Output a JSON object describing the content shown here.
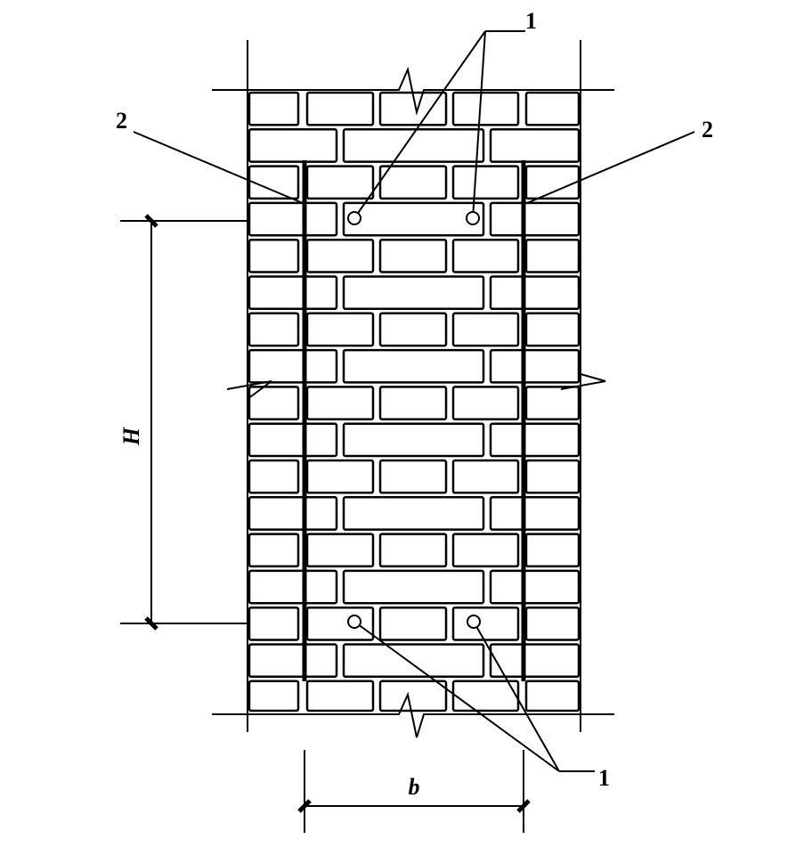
{
  "labels": {
    "anchor_top": "1",
    "anchor_bottom": "1",
    "rod_left": "2",
    "rod_right": "2",
    "height_dim": "H",
    "width_dim": "b"
  },
  "colors": {
    "ink": "#000000",
    "background": "#ffffff"
  }
}
